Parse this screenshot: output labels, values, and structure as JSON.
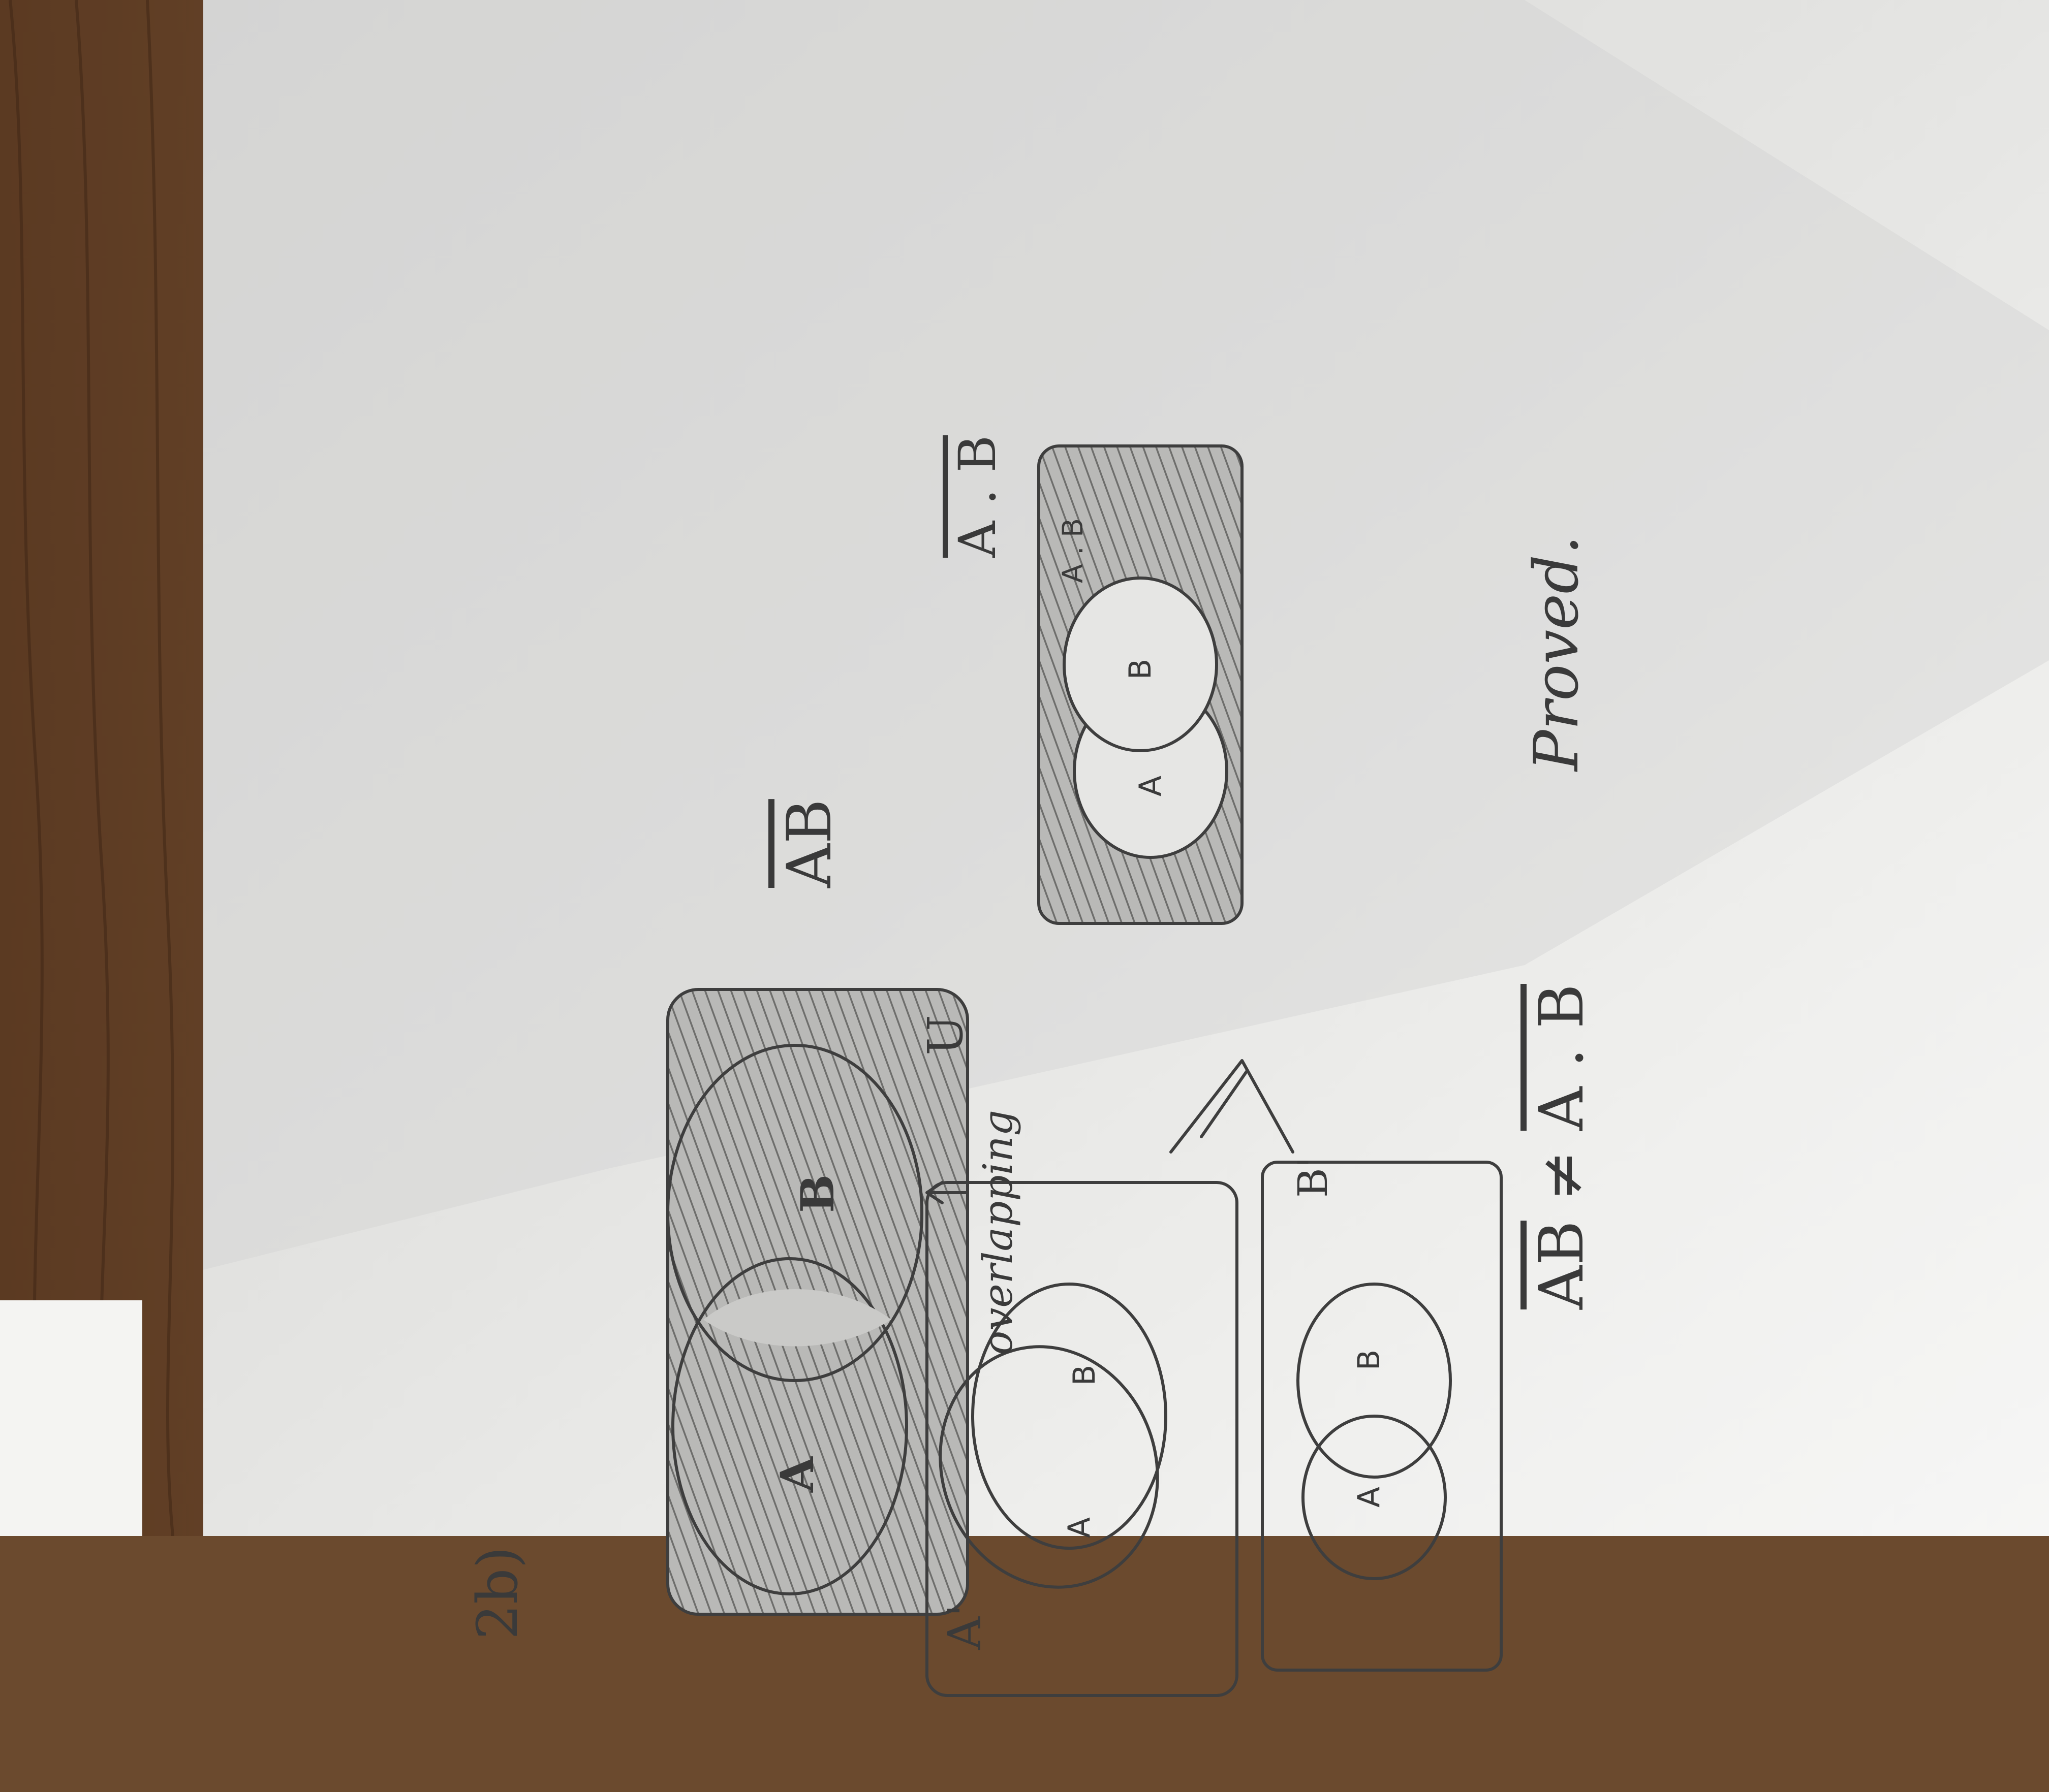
{
  "problem_number": "2b)",
  "sketch1": {
    "circle_a": "A",
    "circle_b": "B",
    "universe": "U",
    "note": "overlapping"
  },
  "title_expr": "AB",
  "complement_a": {
    "title": "A'",
    "circle_a": "A",
    "circle_b": "B"
  },
  "arrow": ">",
  "complement_b": {
    "title": "B'",
    "circle_a": "A",
    "circle_b": "B"
  },
  "result": {
    "title": "A . B",
    "circle_a": "A",
    "circle_b": "B",
    "region": "A . B"
  },
  "conclusion": {
    "lhs": "AB",
    "relation": "≠",
    "rhs": "A . B"
  },
  "proved": "Proved."
}
